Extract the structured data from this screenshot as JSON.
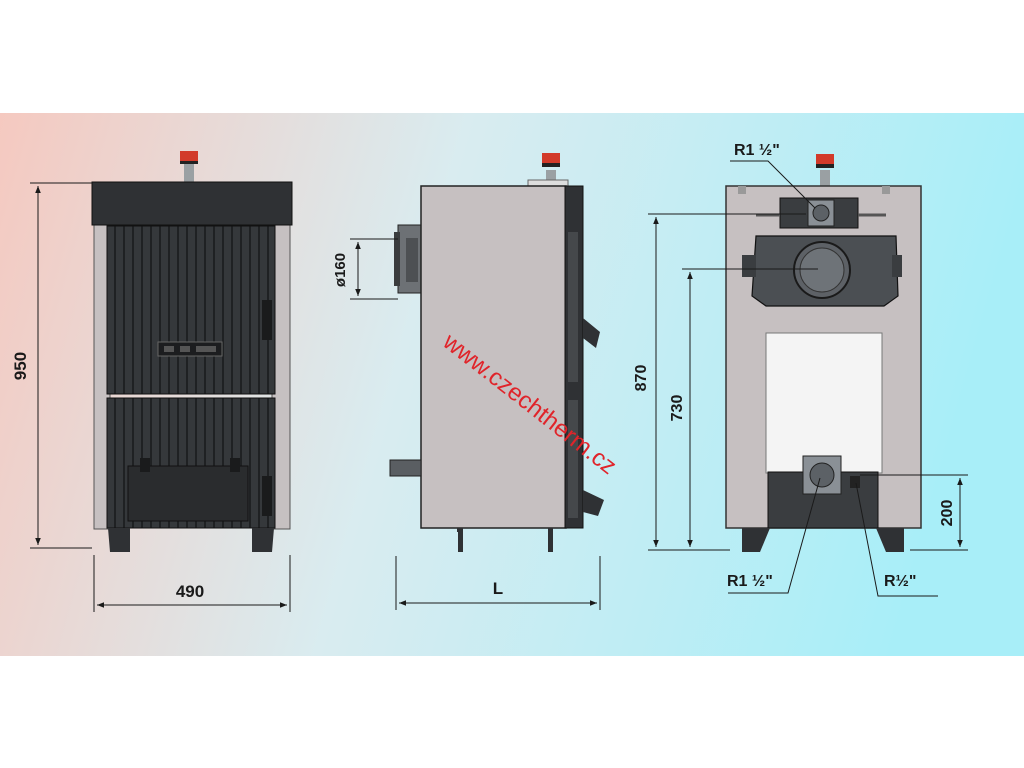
{
  "colors": {
    "panel_left": "#f5c9c0",
    "panel_mid": "#d9ecf0",
    "panel_right": "#a8eef8",
    "boiler_dark": "#2f3134",
    "boiler_panel": "#c6c0c1",
    "dimension_line": "#1a1a1a",
    "watermark": "#e0242a"
  },
  "front_view": {
    "height_label": "950",
    "width_label": "490"
  },
  "side_view": {
    "flue_diameter_label": "ø160",
    "length_label": "L"
  },
  "rear_view": {
    "top_connection_label": "R1 ½\"",
    "height_870_label": "870",
    "height_730_label": "730",
    "height_200_label": "200",
    "bottom_left_connection_label": "R1 ½\"",
    "bottom_right_connection_label": "R½\""
  },
  "watermark": "www.czechtherm.cz"
}
